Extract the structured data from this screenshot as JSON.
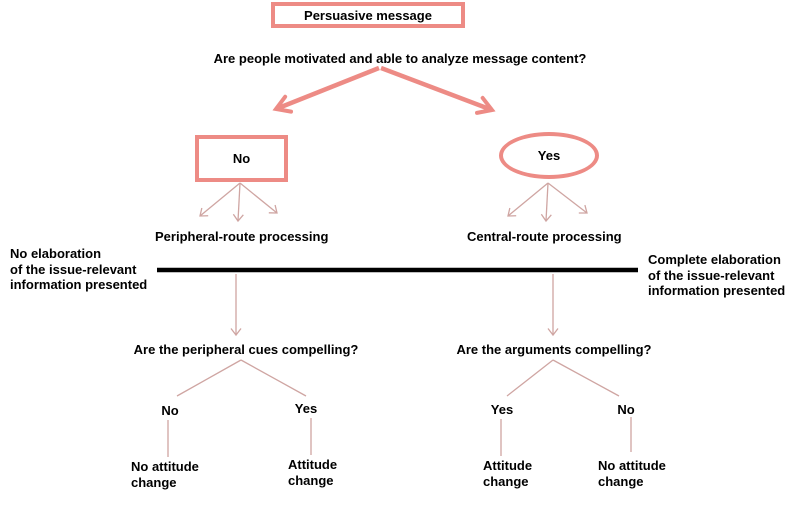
{
  "colors": {
    "accent": "#ed8b85",
    "connector": "#cfa5a2",
    "spectrum_line": "#000000",
    "text": "#000000",
    "background": "#ffffff"
  },
  "flowchart": {
    "root": "Persuasive message",
    "main_question": "Are people motivated and able to analyze message content?",
    "left_branch": {
      "answer": "No",
      "processing": "Peripheral-route processing",
      "elaboration_note": "No elaboration\nof the issue-relevant\ninformation presented",
      "question": "Are the peripheral cues compelling?",
      "outcomes": [
        {
          "answer": "No",
          "result": "No attitude\nchange"
        },
        {
          "answer": "Yes",
          "result": "Attitude\nchange"
        }
      ]
    },
    "right_branch": {
      "answer": "Yes",
      "processing": "Central-route processing",
      "elaboration_note": "Complete elaboration\nof the issue-relevant\ninformation presented",
      "question": "Are the arguments compelling?",
      "outcomes": [
        {
          "answer": "Yes",
          "result": "Attitude\nchange"
        },
        {
          "answer": "No",
          "result": "No attitude\nchange"
        }
      ]
    }
  }
}
